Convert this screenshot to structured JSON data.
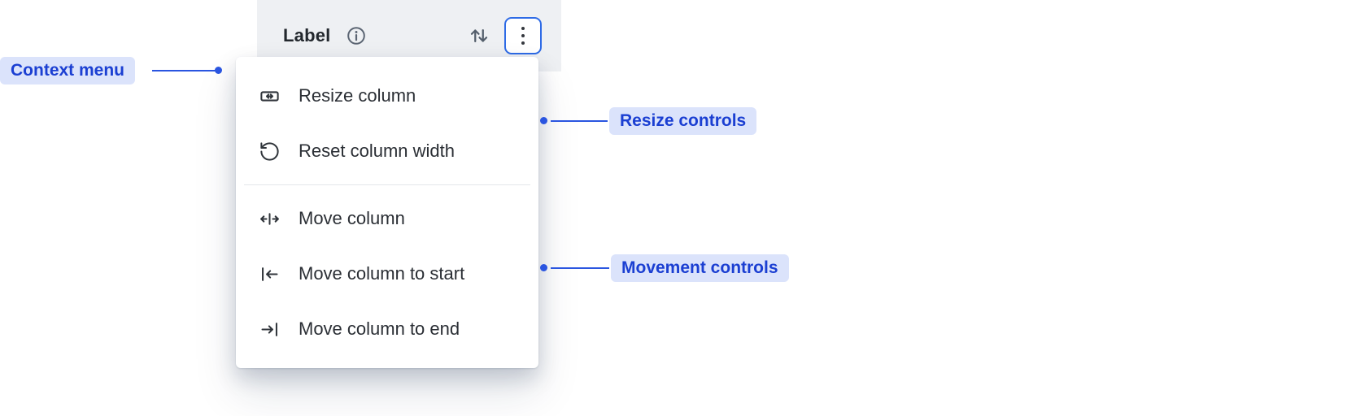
{
  "header": {
    "label": "Label",
    "icons": [
      "info-icon",
      "sort-arrows-icon",
      "kebab-menu-icon"
    ]
  },
  "menu": {
    "items": [
      {
        "label": "Resize column",
        "icon": "resize-column-icon",
        "group": "resize"
      },
      {
        "label": "Reset column width",
        "icon": "reset-column-width-icon",
        "group": "resize"
      },
      {
        "label": "Move column",
        "icon": "move-column-icon",
        "group": "movement"
      },
      {
        "label": "Move column to start",
        "icon": "move-column-to-start-icon",
        "group": "movement"
      },
      {
        "label": "Move column to end",
        "icon": "move-column-to-end-icon",
        "group": "movement"
      }
    ]
  },
  "annotations": {
    "context_menu": {
      "label": "Context menu"
    },
    "resize_controls": {
      "label": "Resize controls"
    },
    "movement_controls": {
      "label": "Movement controls"
    }
  },
  "colors": {
    "header_bg": "#eef0f3",
    "focus_ring_blue": "#2e6be6",
    "menu_text": "#2a2e34",
    "annotation_text_blue": "#1b3fd2",
    "annotation_pill_bg": "#dbe3fb",
    "connector_blue": "#2a55e0"
  }
}
